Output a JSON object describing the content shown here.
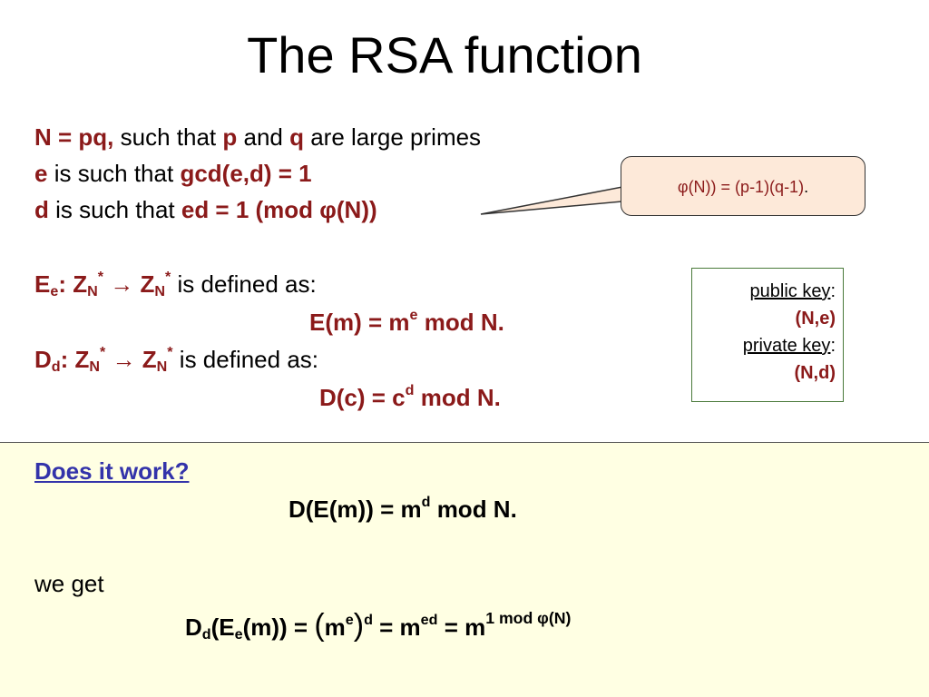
{
  "title": "The RSA function",
  "lines": {
    "n_def": {
      "a": "N = pq,",
      "b": " such that ",
      "c": "p",
      "d": " and ",
      "e": "q",
      "f": " are large primes"
    },
    "e_def": {
      "a": "e",
      "b": " is such that ",
      "c": "gcd(e,d) = 1"
    },
    "d_def": {
      "a": "d",
      "b": " is such that ",
      "c": "ed = 1 (mod φ(N))"
    },
    "ee_def": {
      "E": "E",
      "sub": "e",
      "colon": ": Z",
      "N1": "N",
      "star1": "*",
      "arrow": " → Z",
      "N2": "N",
      "star2": "*",
      "rest": " is defined as:"
    },
    "ee_formula": {
      "a": "E(m) = m",
      "sup": "e",
      "b": " mod N."
    },
    "dd_def": {
      "D": "D",
      "sub": "d",
      "colon": ": Z",
      "N1": "N",
      "star1": "*",
      "arrow": " → Z",
      "N2": "N",
      "star2": "*",
      "rest": " is defined as:"
    },
    "dd_formula": {
      "a": "D(c) = c",
      "sup": "d",
      "b": " mod N."
    }
  },
  "callout": {
    "text": "φ(N)) = (p-1)(q-1)",
    "dot": "."
  },
  "keybox": {
    "public_label": "public key",
    "public_colon": ":",
    "public_value": "(N,e)",
    "private_label": "private key",
    "private_colon": ":",
    "private_value": "(N,d)"
  },
  "work": {
    "title": "Does it work?",
    "formula1": {
      "a": "D(E(m)) = m",
      "sup": "d",
      "b": " mod N."
    },
    "we_get": "we get",
    "formula2": {
      "D": "D",
      "d": "d",
      "p1": "(E",
      "e": "e",
      "p2": "(m)) = ",
      "lp": "(",
      "m": "m",
      "e2": "e",
      "rp": ")",
      "dsup": "d",
      "eq1": " = m",
      "ed": "ed",
      "eq2": " = m",
      "last": "1 mod φ(N)"
    }
  },
  "colors": {
    "accent": "#8b1a1a",
    "link": "#3333aa",
    "callout_bg": "#fde9d9",
    "work_bg": "#ffffe3",
    "keybox_border": "#4a7a3a"
  }
}
